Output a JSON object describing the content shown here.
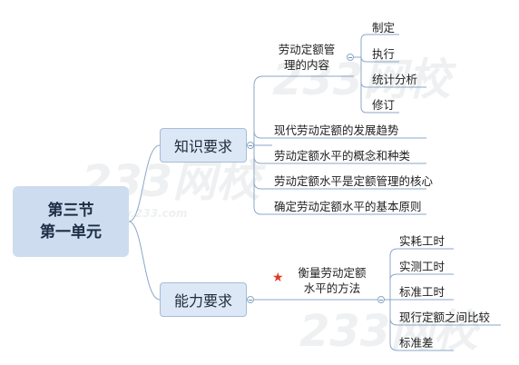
{
  "root": {
    "line1": "第三节",
    "line2": "第一单元"
  },
  "branches": [
    {
      "label": "知识要求",
      "sub": {
        "line1": "劳动定额管",
        "line2": "理的内容",
        "items": [
          "制定",
          "执行",
          "统计分析",
          "修订"
        ]
      },
      "items": [
        "现代劳动定额的发展趋势",
        "劳动定额水平的概念和种类",
        "劳动定额水平是定额管理的核心",
        "确定劳动定额水平的基本原则"
      ]
    },
    {
      "label": "能力要求",
      "sub": {
        "line1": "衡量劳动定额",
        "line2": "水平的方法",
        "items": [
          "实耗工时",
          "实测工时",
          "标准工时",
          "现行定额之间比较",
          "标准差"
        ]
      }
    }
  ],
  "watermarks": [
    "233网校",
    "www.233.com"
  ],
  "colors": {
    "root_bg": "#cddcee",
    "branch_bg": "#dde8f6",
    "line": "#8ba7c7",
    "star": "#e0392b"
  }
}
